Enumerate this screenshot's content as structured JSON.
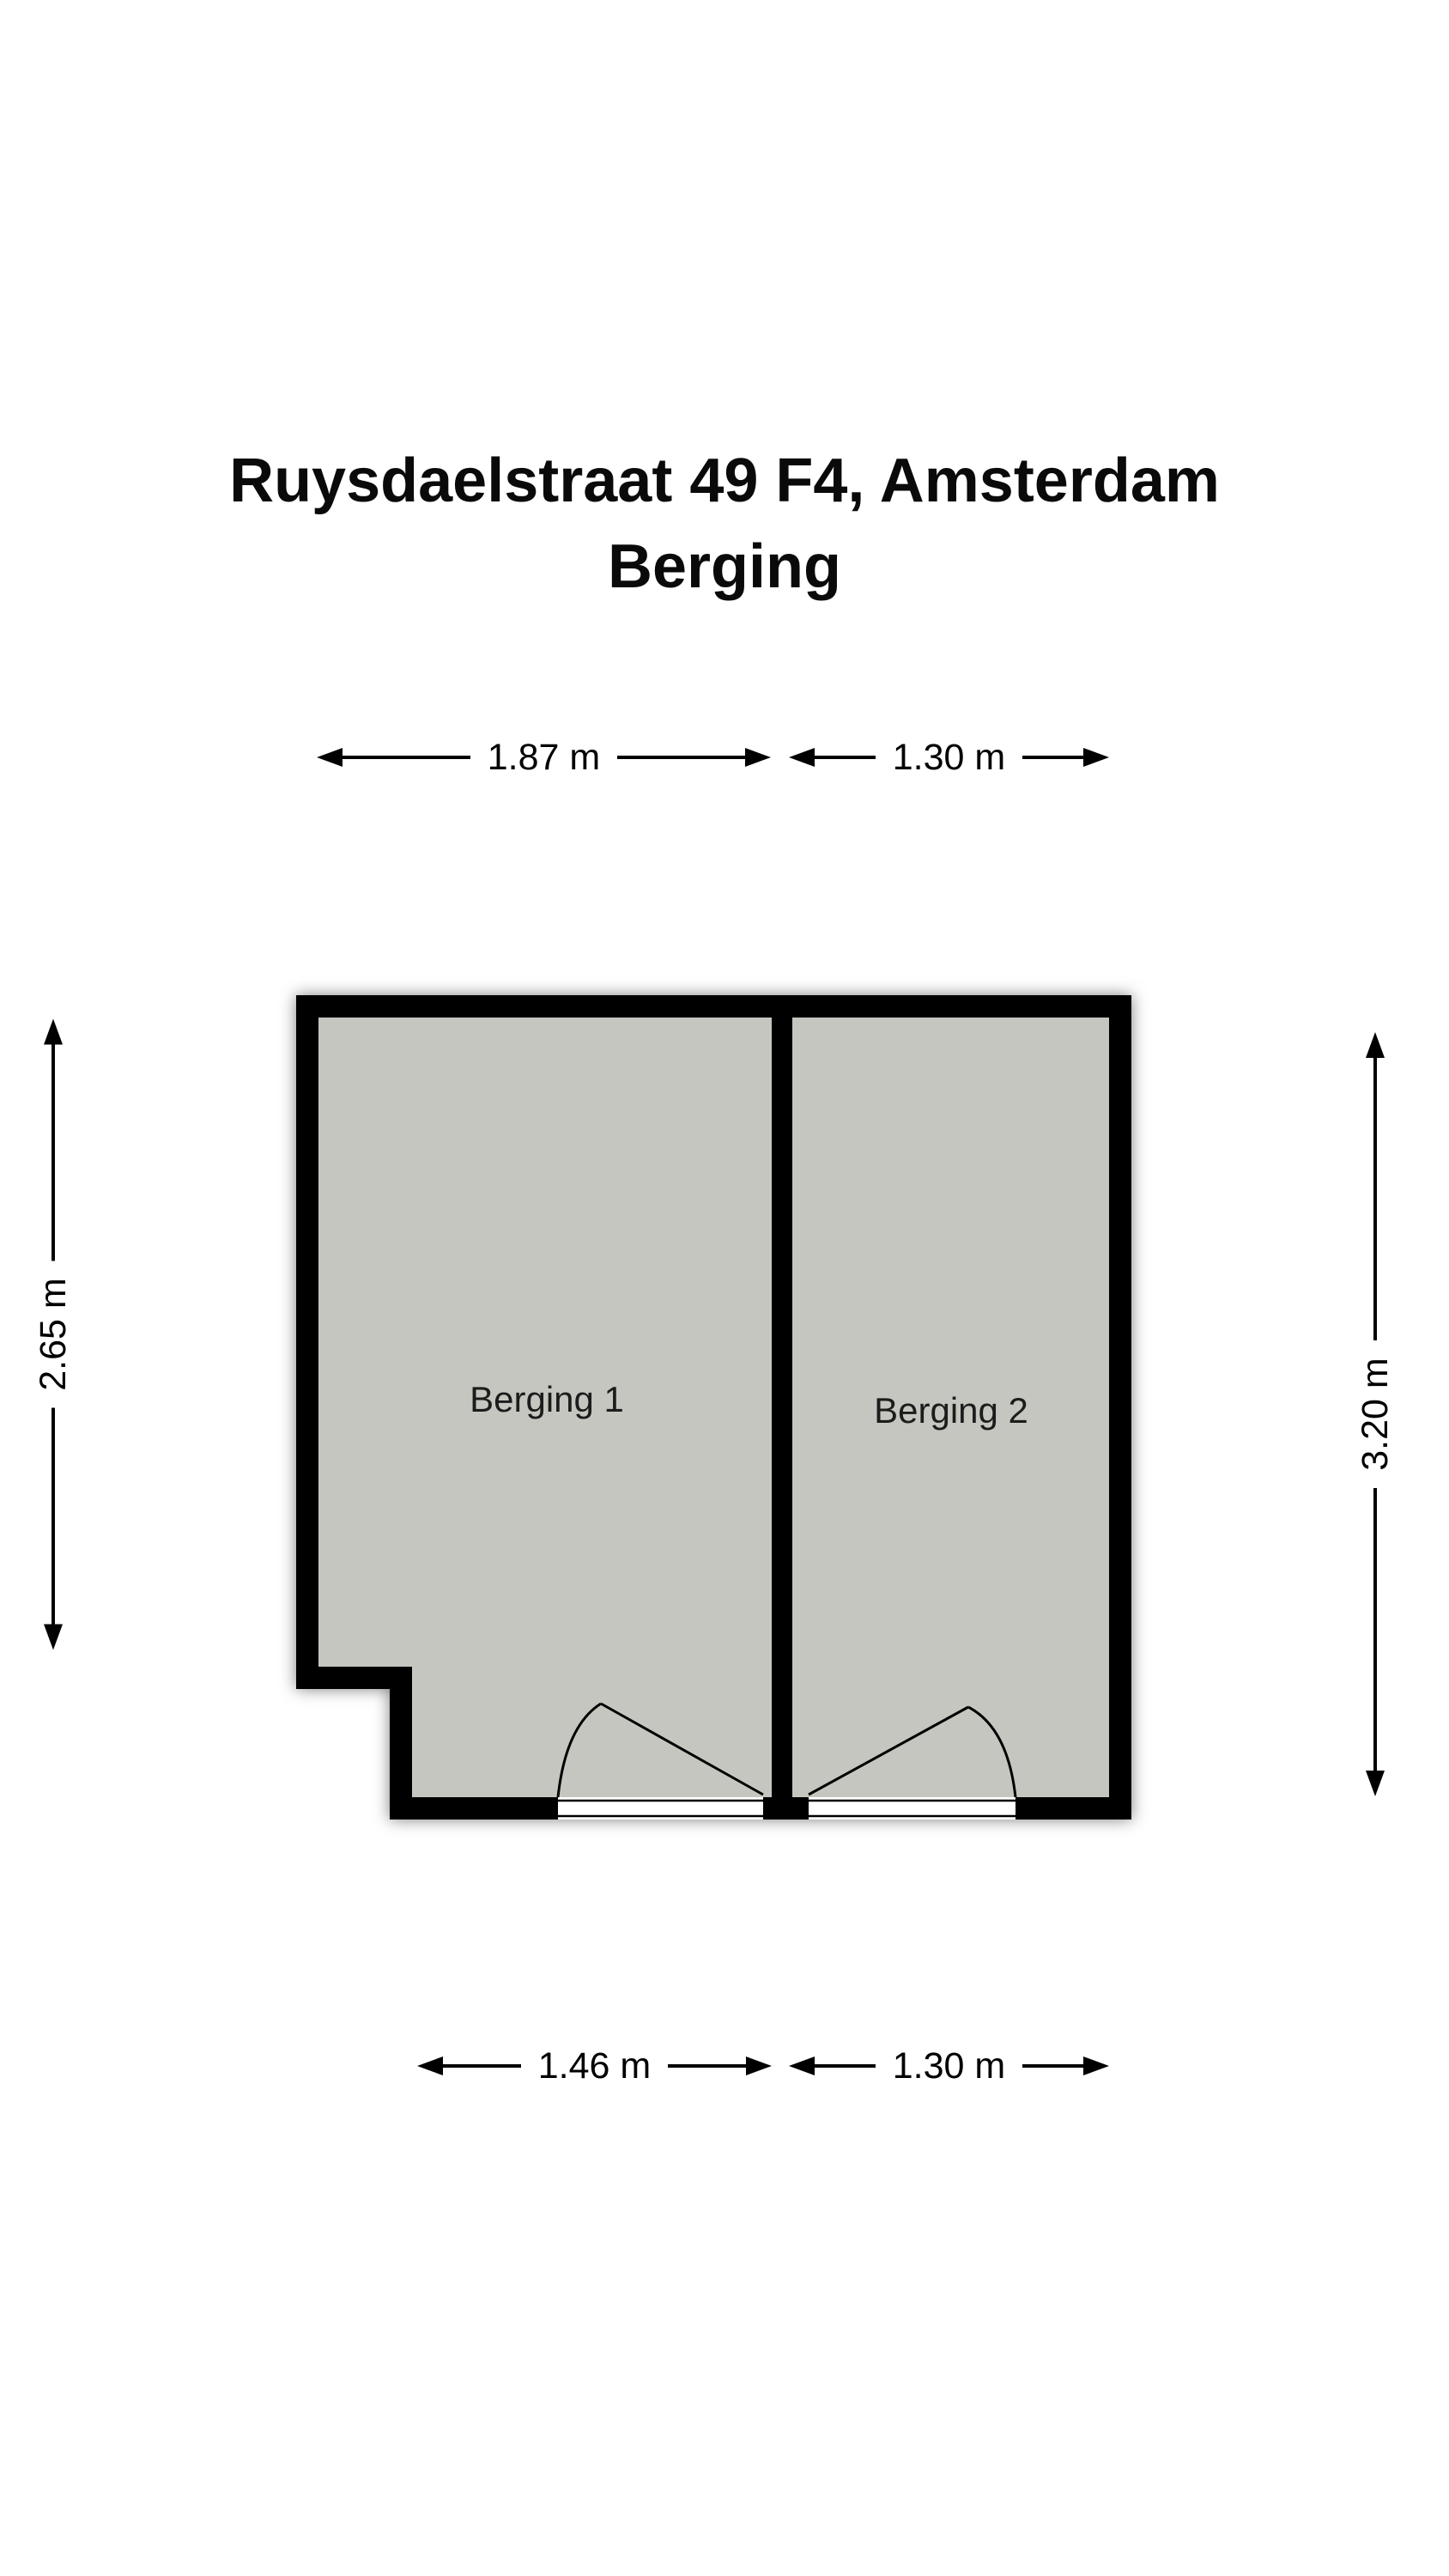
{
  "title": {
    "line1": "Ruysdaelstraat 49 F4, Amsterdam",
    "line2": "Berging"
  },
  "dimensions": {
    "top_width_left": "1.87 m",
    "top_width_right": "1.30 m",
    "left_height": "2.65 m",
    "right_height": "3.20 m",
    "bottom_width_left": "1.46 m",
    "bottom_width_right": "1.30 m"
  },
  "rooms": [
    {
      "label": "Berging 1"
    },
    {
      "label": "Berging 2"
    }
  ],
  "colors": {
    "wall": "#000000",
    "floor": "#c6c6c0",
    "background": "#ffffff",
    "line": "#000000"
  }
}
